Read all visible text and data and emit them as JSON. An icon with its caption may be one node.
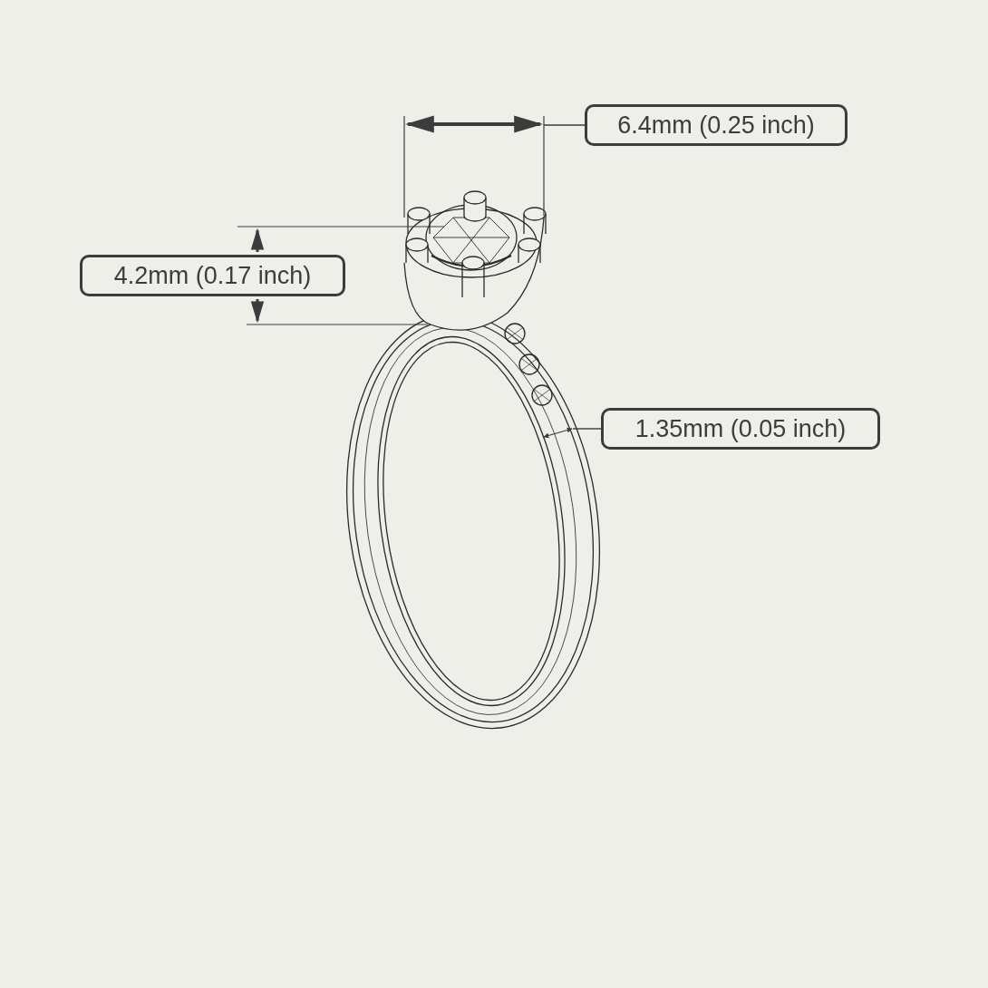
{
  "diagram": {
    "nodes": [
      {
        "text": [
          "6.4mm (0.25 inch)"
        ]
      },
      {
        "text": [
          "4.2mm (0.17 inch)"
        ]
      },
      {
        "text": [
          "1.35mm (0.05 inch)"
        ]
      }
    ],
    "edges": [
      {
        "from": 0,
        "to": null,
        "arrow": "none"
      },
      {
        "from": 2,
        "to": null,
        "arrow": "none"
      }
    ]
  }
}
